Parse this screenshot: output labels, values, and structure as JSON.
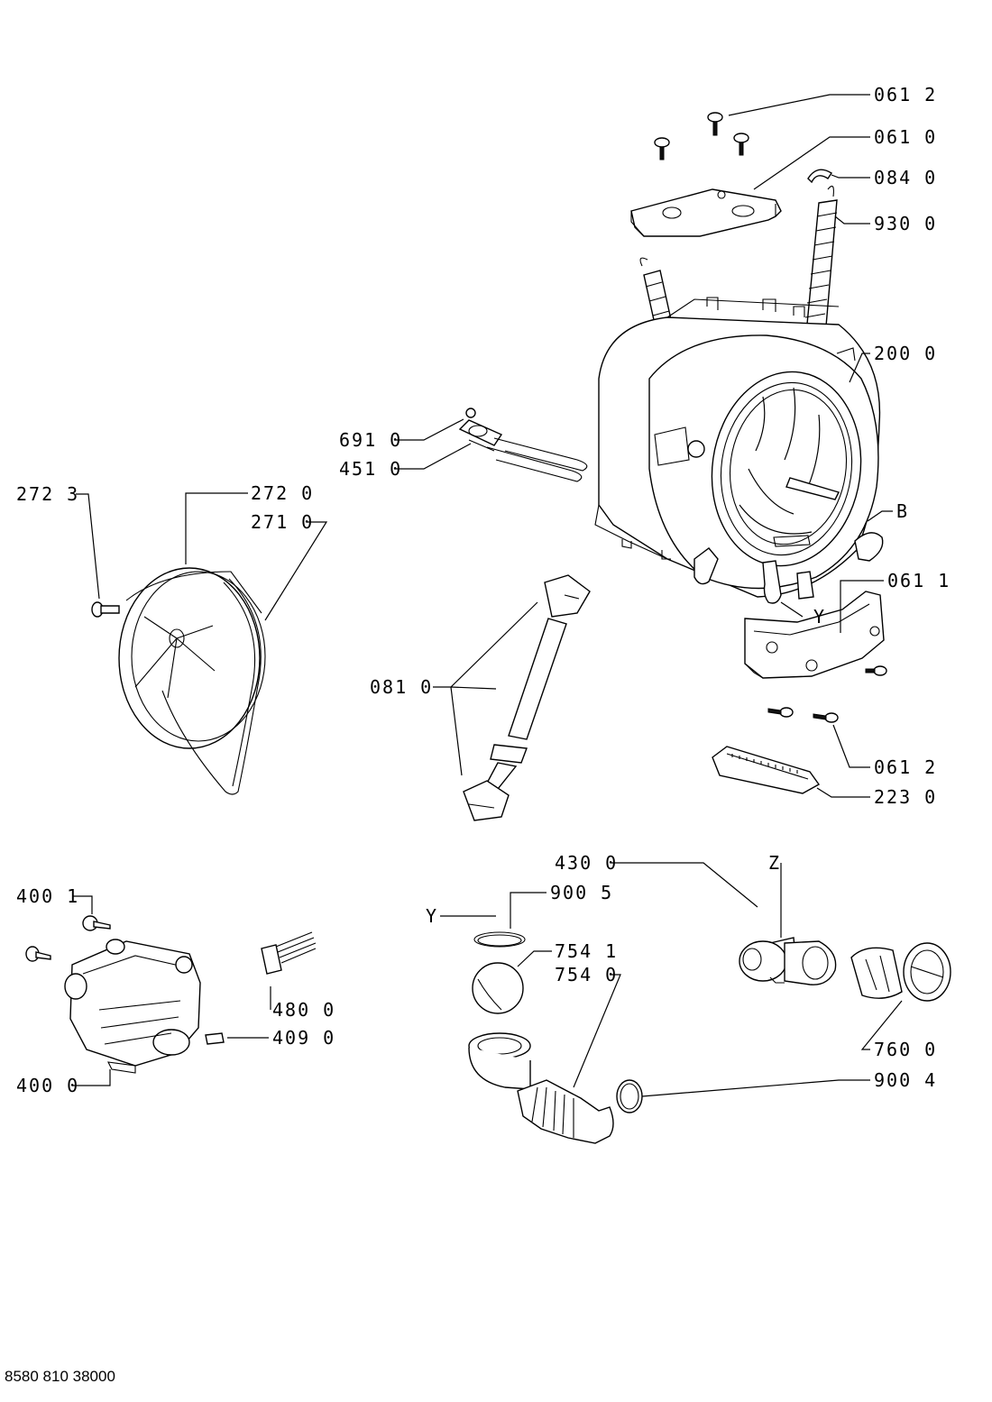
{
  "footer": {
    "code": "8580 810 38000"
  },
  "labels": {
    "l0612a": "061 2",
    "l0610": "061 0",
    "l0840": "084 0",
    "l9300": "930 0",
    "l2000": "200 0",
    "lB": "B",
    "l0611": "061 1",
    "lYdrum": "Y",
    "l6910": "691 0",
    "l4510": "451 0",
    "l2723": "272 3",
    "l2720": "272 0",
    "l2710": "271 0",
    "l0810": "081 0",
    "l0612b": "061 2",
    "l2230": "223 0",
    "l4300": "430 0",
    "lZ": "Z",
    "l9005": "900 5",
    "lYpump": "Y",
    "l7541": "754 1",
    "l7540": "754 0",
    "l7600": "760 0",
    "l9004": "900 4",
    "l4001": "400 1",
    "l4800": "480 0",
    "l4090": "409 0",
    "l4000": "400 0"
  }
}
